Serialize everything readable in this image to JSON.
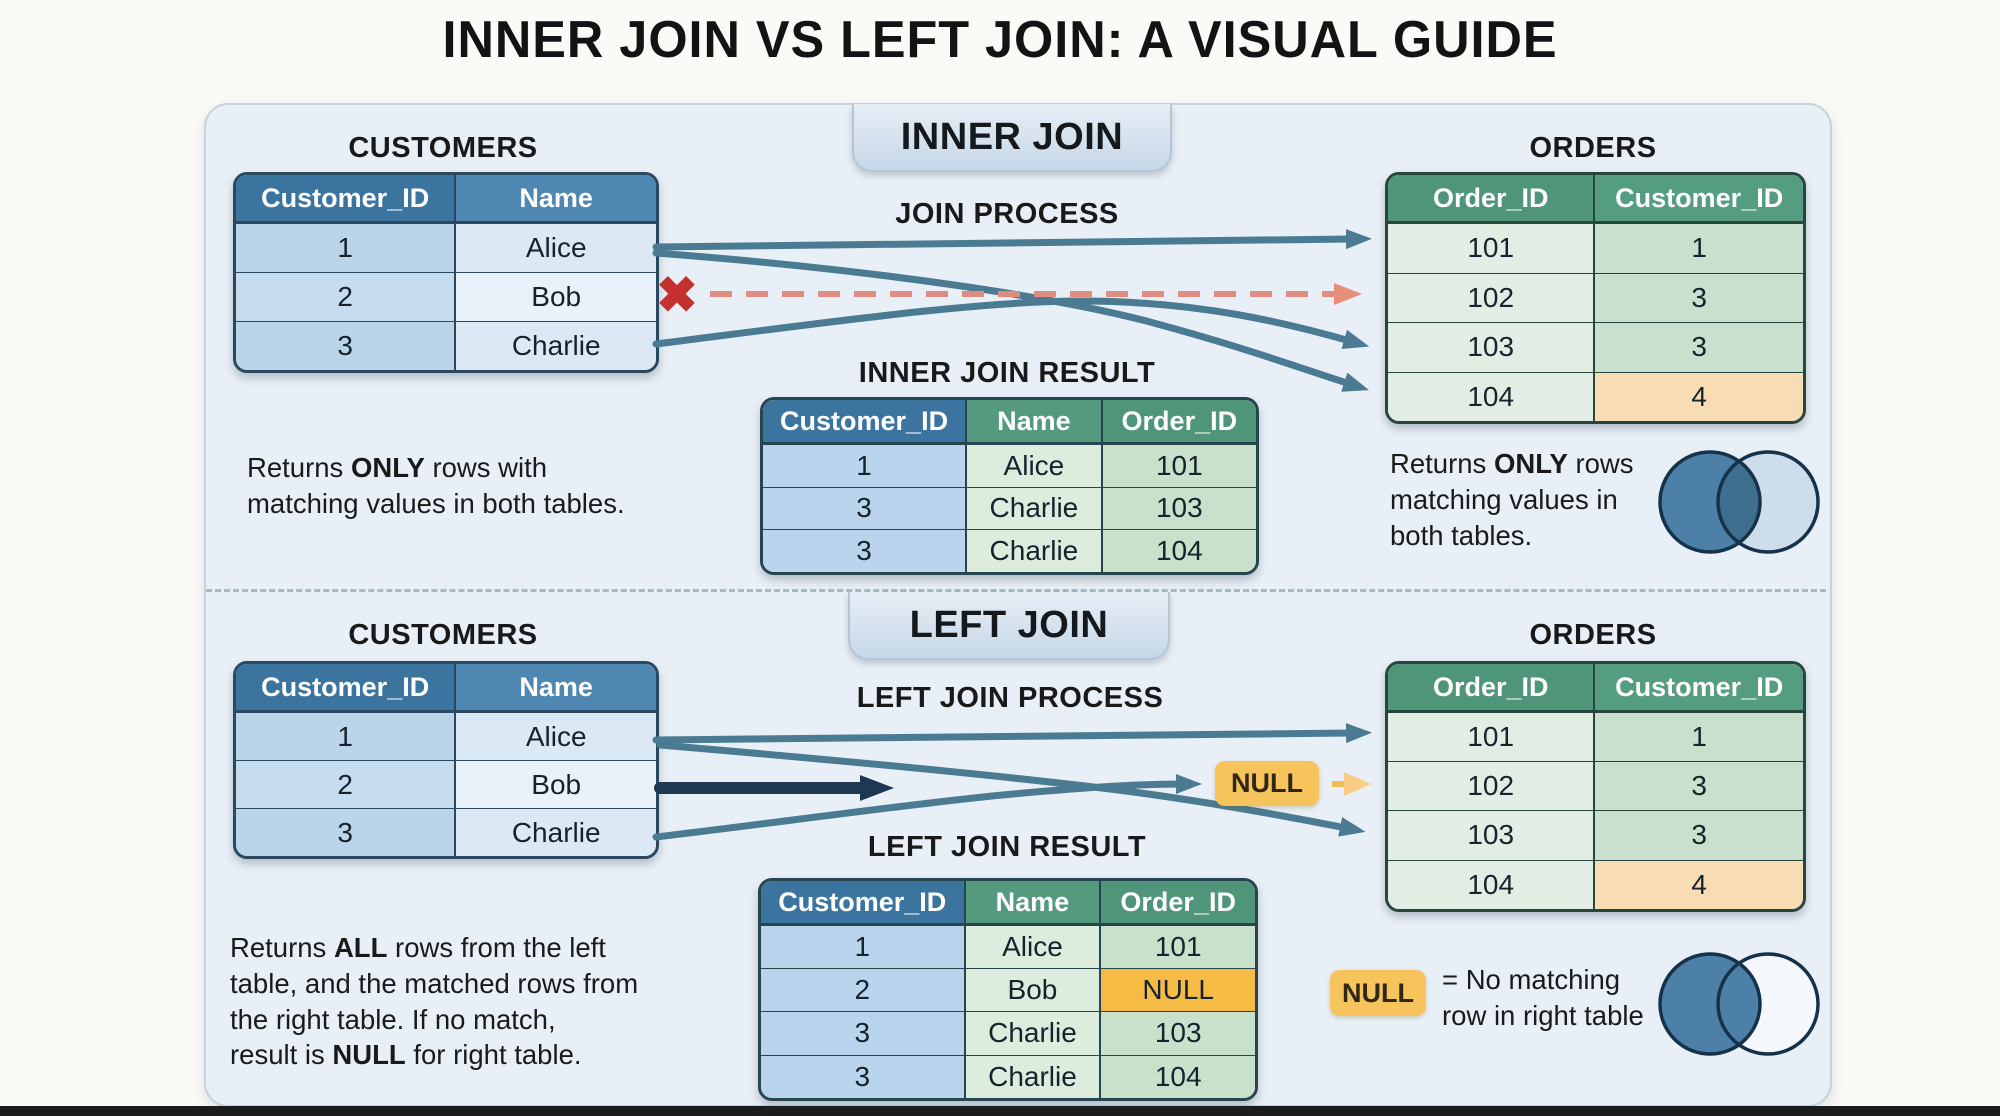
{
  "title": "INNER JOIN VS LEFT JOIN: A VISUAL GUIDE",
  "colors": {
    "panel_bg": "#e9eff6",
    "header_blue": "#3c74a0",
    "header_green": "#4f9579",
    "teal_arrow": "#4b7b93",
    "red_dashed": "#df8b80",
    "dark_arrow": "#1d3850",
    "null_orange": "#f6c35c",
    "null_cell": "#f5bb45",
    "peach_cell": "#f8dcb3",
    "venn_blue": "#4c80a6",
    "venn_light": "#cdddec"
  },
  "inner": {
    "tab": "INNER JOIN",
    "customers_title": "CUSTOMERS",
    "orders_title": "ORDERS",
    "process_label": "JOIN PROCESS",
    "result_label": "INNER JOIN RESULT",
    "x_mark": "✖",
    "customers": {
      "headers": [
        "Customer_ID",
        "Name"
      ],
      "rows": [
        [
          "1",
          "Alice"
        ],
        [
          "2",
          "Bob"
        ],
        [
          "3",
          "Charlie"
        ]
      ]
    },
    "orders": {
      "headers": [
        "Order_ID",
        "Customer_ID"
      ],
      "rows": [
        [
          "101",
          "1"
        ],
        [
          "102",
          "3"
        ],
        [
          "103",
          "3"
        ],
        [
          "104",
          {
            "v": "4",
            "hl": "peach"
          }
        ]
      ]
    },
    "result": {
      "headers": [
        "Customer_ID",
        "Name",
        "Order_ID"
      ],
      "rows": [
        [
          "1",
          "Alice",
          "101"
        ],
        [
          "3",
          "Charlie",
          "103"
        ],
        [
          "3",
          "Charlie",
          "104"
        ]
      ]
    },
    "note_left": [
      {
        "t": "Returns "
      },
      {
        "t": "ONLY",
        "b": 1
      },
      {
        "t": " rows with\nmatching values in both tables."
      }
    ],
    "note_right": [
      {
        "t": "Returns "
      },
      {
        "t": "ONLY",
        "b": 1
      },
      {
        "t": " rows\nmatching values in\nboth tables."
      }
    ]
  },
  "left": {
    "tab": "LEFT JOIN",
    "customers_title": "CUSTOMERS",
    "orders_title": "ORDERS",
    "process_label": "LEFT JOIN PROCESS",
    "result_label": "LEFT JOIN RESULT",
    "null_badge": "NULL",
    "customers": {
      "headers": [
        "Customer_ID",
        "Name"
      ],
      "rows": [
        [
          "1",
          "Alice"
        ],
        [
          "2",
          "Bob"
        ],
        [
          "3",
          "Charlie"
        ]
      ]
    },
    "orders": {
      "headers": [
        "Order_ID",
        "Customer_ID"
      ],
      "rows": [
        [
          "101",
          "1"
        ],
        [
          "102",
          "3"
        ],
        [
          "103",
          "3"
        ],
        [
          "104",
          {
            "v": "4",
            "hl": "peach"
          }
        ]
      ]
    },
    "result": {
      "headers": [
        "Customer_ID",
        "Name",
        "Order_ID"
      ],
      "rows": [
        [
          "1",
          "Alice",
          "101"
        ],
        [
          "2",
          "Bob",
          {
            "v": "NULL",
            "hl": "null"
          }
        ],
        [
          "3",
          "Charlie",
          "103"
        ],
        [
          "3",
          "Charlie",
          "104"
        ]
      ]
    },
    "note_left": [
      {
        "t": "Returns "
      },
      {
        "t": "ALL",
        "b": 1
      },
      {
        "t": " rows from the left\ntable, and the matched rows from\nthe right table. If no match,\nresult is "
      },
      {
        "t": "NULL",
        "b": 1
      },
      {
        "t": " for right table."
      }
    ],
    "legend": {
      "null_label": "NULL",
      "text": "= No matching\nrow in right table"
    }
  }
}
